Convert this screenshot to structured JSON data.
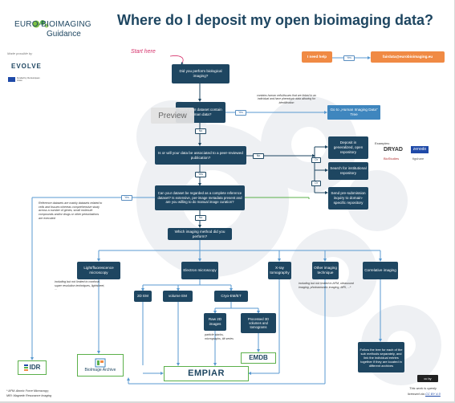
{
  "header": {
    "logo_line1": "EURO-BIOIMAGING",
    "logo_line2": "Guidance",
    "title": "Where do I deposit my open bioimaging data?"
  },
  "sponsor": {
    "made_possible_by": "Made possible by",
    "evolve": "EVOLVE",
    "funded_by": "Funded by the European Union"
  },
  "start_here": "Start here",
  "need_help": {
    "label": "I need help",
    "yes": "Yes",
    "email": "fairdata@eurobioimaging.eu"
  },
  "nodes": {
    "q_imaging": "Did you perform biological imaging?",
    "q_human": "Does your dataset contain human data?",
    "human_note": "contains human cells/tissues that are linked to an individual and have phenotypic data allowing for identification",
    "human_tree": "Go to „Human Imaging Data\" Tree",
    "q_publication": "Is or will your data be associated to a peer-reviewed publication?",
    "deposit_general": "Deposit in generalized, open repository",
    "search_inst": "Search for institutional repository",
    "send_inquiry": "Send pre-submission inquiry to domain-specific repository",
    "q_reference": "Can your dataset be regarded as a complete reference dataset? Is extensive, per-image metadata present and are you willing to do manual image curation?",
    "reference_note": "Reference datasets are mainly datasets related to cells and tissues whereas comprehensive study across a number of genes, small molecule compounds and/or drugs or other perturbations are executed",
    "q_method": "Which imaging method did you perform?",
    "light": "Light/fluorescence microscopy",
    "light_note": "including but not limited to confocal, super resolution techniques, lightsheet, ...",
    "electron": "Electron microscopy",
    "xray": "X-ray tomography",
    "other": "Other imaging technique",
    "other_note": "including but not limited to AFM, ultrasound imaging, photoacoustic imaging, MRI, ...*",
    "correlative": "Correlative imaging",
    "em2d": "2D EM",
    "volume_em": "volume EM",
    "cryo": "Cryo-EM/ET",
    "raw2d": "Raw 2D images",
    "processed3d": "Processed 3D volumes and tomograms",
    "raw_note": "particle stacks, micrographs, tilt series",
    "correlative_note": "Follow the tree for each of the sub methods separately, and link the individual entries together if they are located in different archives"
  },
  "labels": {
    "yes": "Yes",
    "no": "No",
    "or": "Or"
  },
  "examples": {
    "title": "Examples:",
    "items": [
      "DRYAD",
      "zenodo",
      "BioStudies",
      "figshare"
    ]
  },
  "repositories": {
    "idr": "IDR",
    "bia": "BioImage Archive",
    "empiar": "EMPIAR",
    "emdb": "EMDB"
  },
  "footnotes": {
    "afm": "* AFM: Atomic Force Microscopy;",
    "mri": "MRI: Magnetic Resonance Imaging",
    "license_line1": "This work is openly",
    "license_line2": "licensed via",
    "license_link": "CC BY 4.0",
    "cc_badge": "cc by"
  },
  "overlay": {
    "preview": "Preview"
  },
  "colors": {
    "navy": "#1e4661",
    "blue": "#3f86be",
    "green": "#5bb04a",
    "orange": "#f08a44",
    "title": "#1e4661"
  }
}
